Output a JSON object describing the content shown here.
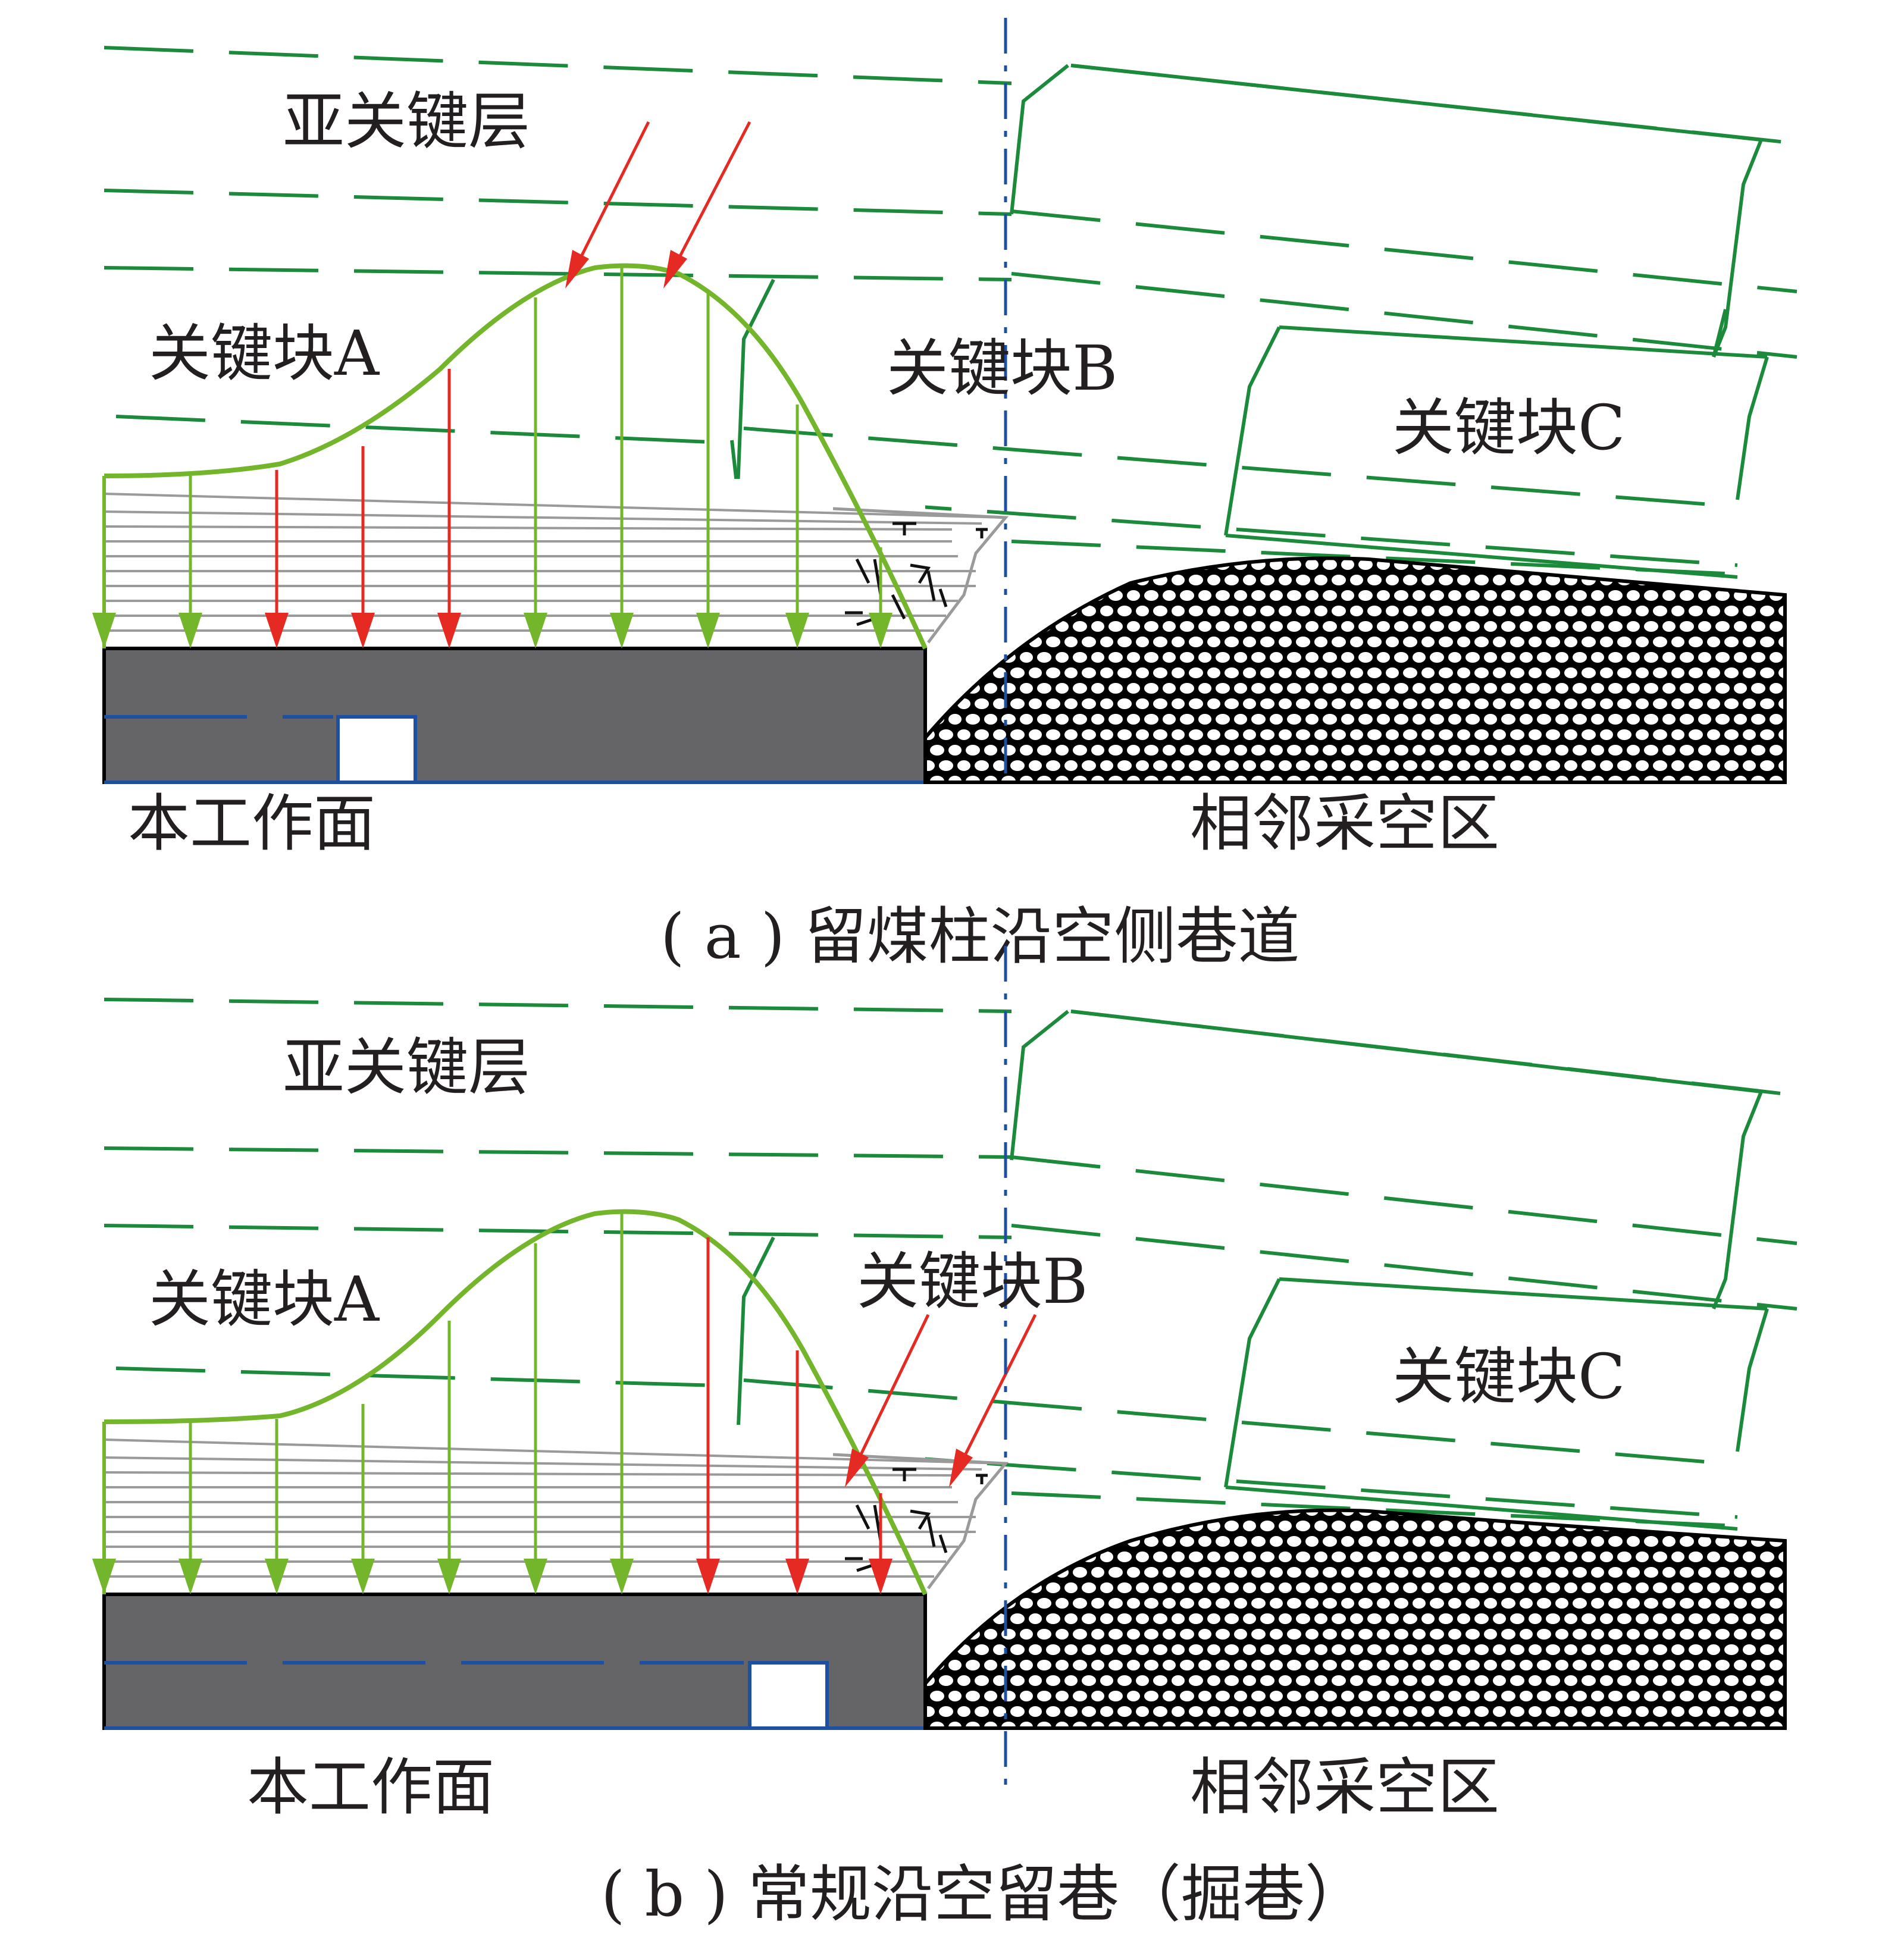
{
  "panels": [
    {
      "id": "a",
      "labels": {
        "sub_key_stratum": "亚关键层",
        "key_block_a": "关键块A",
        "key_block_b": "关键块B",
        "key_block_c": "关键块C",
        "working_face": "本工作面",
        "adjacent_goaf": "相邻采空区"
      },
      "caption": "( a ) 留煤柱沿空侧巷道",
      "arrow_colors": [
        "green",
        "green",
        "red",
        "red",
        "red",
        "green",
        "green",
        "green",
        "green"
      ]
    },
    {
      "id": "b",
      "labels": {
        "sub_key_stratum": "亚关键层",
        "key_block_a": "关键块A",
        "key_block_b": "关键块B",
        "key_block_c": "关键块C",
        "working_face": "本工作面",
        "adjacent_goaf": "相邻采空区"
      },
      "caption": "( b ) 常规沿空留巷（掘巷）",
      "arrow_colors": [
        "green",
        "green",
        "green",
        "green",
        "green",
        "green",
        "green",
        "red",
        "red",
        "red"
      ]
    }
  ],
  "colors": {
    "strata_line": "#1b8a3a",
    "stress_curve": "#73b52b",
    "high_stress_arrow": "#e42a22",
    "coal_seam": "#656567",
    "roadway_outline": "#1f4fa0",
    "boundary_line": "#1f4fa0"
  }
}
